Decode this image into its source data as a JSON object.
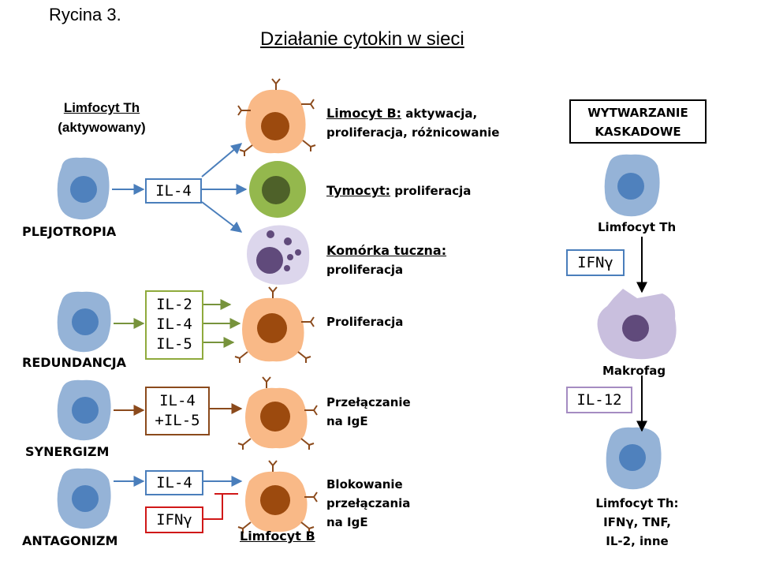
{
  "figure_label": "Rycina 3.",
  "title": "Działanie cytokin w sieci",
  "th_label": {
    "line1": "Limfocyt Th",
    "line2": "(aktywowany)"
  },
  "rows": {
    "plejotropia": "PLEJOTROPIA",
    "redundancja": "REDUNDANCJA",
    "synergizm": "SYNERGIZM",
    "antagonizm": "ANTAGONIZM"
  },
  "boxes": {
    "il4_plejo": "IL-4",
    "redund": [
      "IL-2",
      "IL-4",
      "IL-5"
    ],
    "synerg": [
      "IL-4",
      "+IL-5"
    ],
    "antag_il4": "IL-4",
    "antag_ifn": "IFNγ"
  },
  "descriptions": {
    "limfocyt_b_head": "Limocyt B:",
    "limfocyt_b_rest1": " aktywacja,",
    "limfocyt_b_rest2": "proliferacja, różnicowanie",
    "tymocyt_head": "Tymocyt:",
    "tymocyt_rest": " proliferacja",
    "tuczna_head": "Komórka tuczna:",
    "tuczna_rest": "proliferacja",
    "proliferacja": "Proliferacja",
    "przelaczanie1": "Przełączanie",
    "przelaczanie2": "na IgE",
    "blokowanie1": "Blokowanie",
    "blokowanie2": "przełączania",
    "blokowanie3": "na IgE",
    "limfocyt_b_bottom": "Limfocyt B"
  },
  "cascade": {
    "header1": "WYTWARZANIE",
    "header2": "KASKADOWE",
    "th": "Limfocyt Th",
    "ifn_box": "IFNγ",
    "makrofag": "Makrofag",
    "il12_box": "IL-12",
    "result1": "Limfocyt Th:",
    "result2": "IFNγ, TNF,",
    "result3": "IL-2, inne"
  },
  "colors": {
    "th_cell": "#95b3d7",
    "th_nucleus": "#4f81bd",
    "b_cell": "#f9b987",
    "b_nucleus": "#9c4a0e",
    "thymo_cell": "#94b84d",
    "thymo_nucleus": "#4e6129",
    "mast_cell": "#dcd6ec",
    "mast_granule": "#604a7b",
    "macro_cell": "#c9bfde",
    "arrow_blue": "#4a7ebb",
    "arrow_green": "#77933c",
    "arrow_brown": "#8b4a1c",
    "inhibit_red": "#d01818"
  }
}
